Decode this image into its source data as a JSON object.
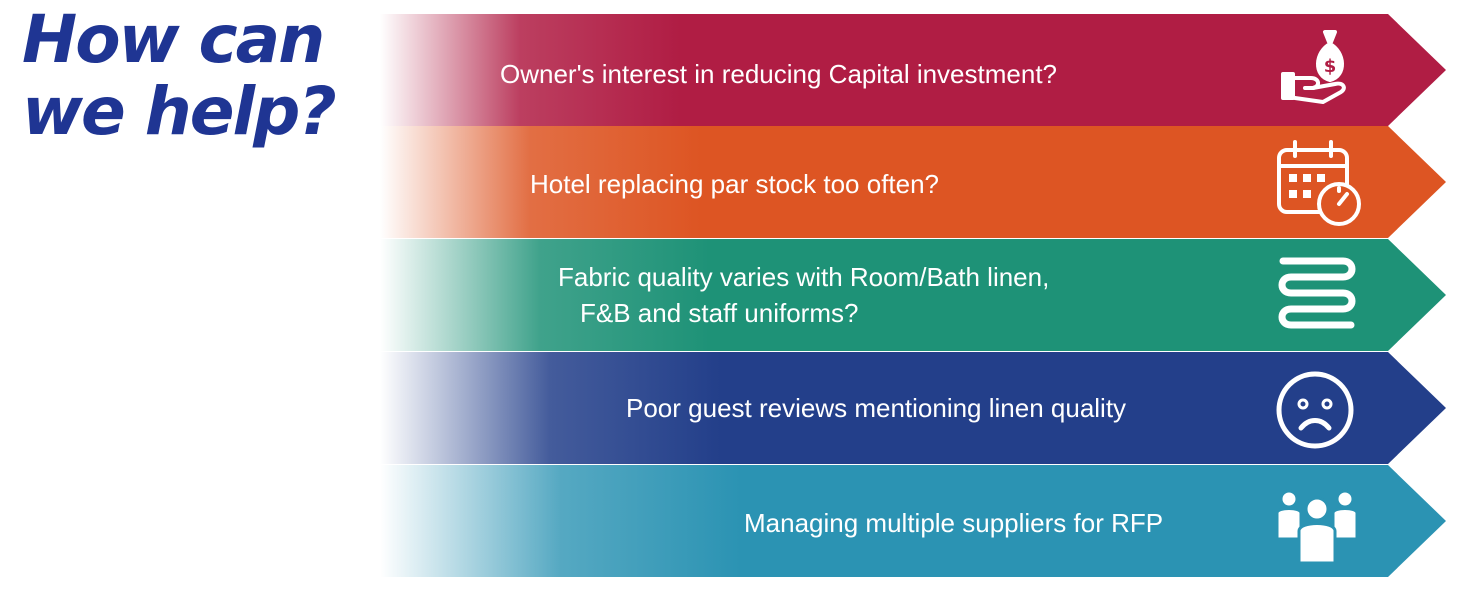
{
  "headline": {
    "line1": "How can",
    "line2": "we help?"
  },
  "bands": [
    {
      "text": "Owner's interest in reducing Capital investment?",
      "icon": "money-bag-hand-icon",
      "color": "#b01d44"
    },
    {
      "text": "Hotel replacing par stock too often?",
      "icon": "calendar-clock-icon",
      "color": "#dd5523"
    },
    {
      "text_line1": "Fabric quality varies with Room/Bath linen,",
      "text_line2": "F&B and staff uniforms?",
      "icon": "stacked-linen-icon",
      "color": "#1e9277"
    },
    {
      "text": "Poor guest reviews mentioning linen quality",
      "icon": "sad-face-icon",
      "color": "#233f8a"
    },
    {
      "text": "Managing multiple suppliers for RFP",
      "icon": "group-people-icon",
      "color": "#2b93b3"
    }
  ]
}
